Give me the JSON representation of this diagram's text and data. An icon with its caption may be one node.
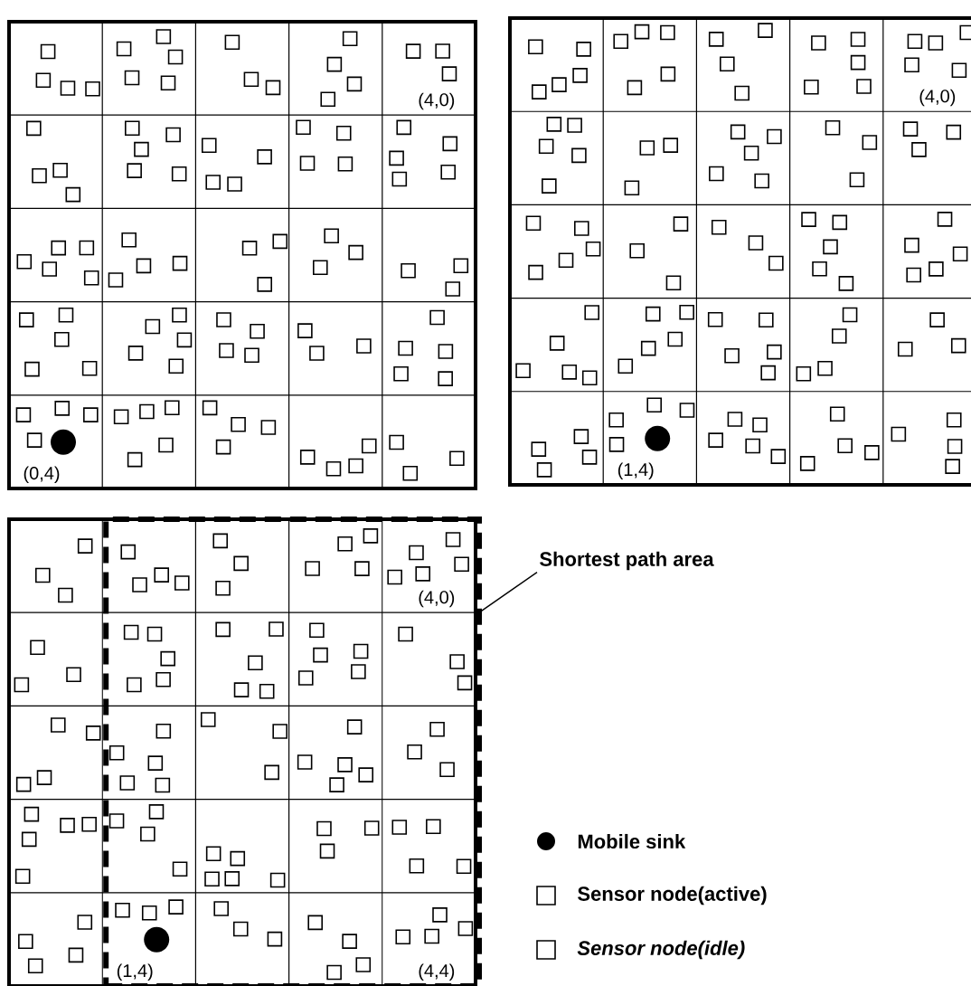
{
  "diagram": {
    "nodes": [
      {
        "text": [
          "Shortest path area"
        ]
      },
      {
        "text": [],
        "shape": "box"
      }
    ],
    "edges": [
      {
        "from": 0,
        "to": 1,
        "arrow": "none"
      }
    ],
    "labels": [
      "(4,0)",
      "(0,4)",
      "(4,0)",
      "(1,4)",
      "(4,0)",
      "(1,4)",
      "(4,4)"
    ],
    "legend": [
      {
        "text": "Mobile sink"
      },
      {
        "text": "Sensor node(active)"
      },
      {
        "text": "Sensor node(idle)"
      }
    ]
  }
}
